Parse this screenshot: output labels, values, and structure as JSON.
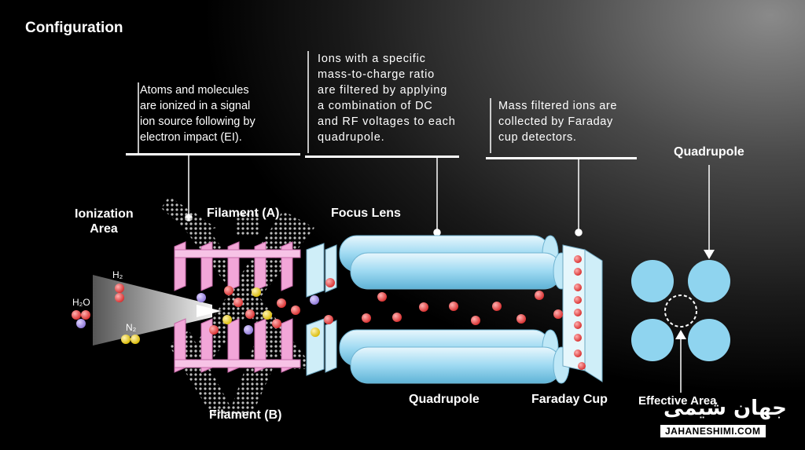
{
  "title": "Configuration",
  "descriptions": {
    "ionization": [
      "Atoms and molecules",
      "are ionized in a signal",
      "ion source following by",
      "electron impact (EI)."
    ],
    "quadrupole": [
      "Ions with a specific",
      "mass-to-charge ratio",
      "are filtered by applying",
      "a combination of DC",
      "and RF voltages to each",
      "quadrupole."
    ],
    "faraday": [
      "Mass filtered ions are",
      "collected by Faraday",
      "cup detectors."
    ]
  },
  "labels": {
    "ionization_area_1": "Ionization",
    "ionization_area_2": "Area",
    "filament_a": "Filament (A)",
    "filament_b": "Filament (B)",
    "focus_lens": "Focus Lens",
    "quadrupole_bottom": "Quadrupole",
    "faraday_cup": "Faraday Cup",
    "quadrupole_right": "Quadrupole",
    "effective_area": "Effective Area"
  },
  "molecules": {
    "h2": "H₂",
    "h2o": "H₂O",
    "n2": "N₂"
  },
  "logo": {
    "persian_text": "جهان شیمی",
    "latin_text": "JAHANESHIMI.COM"
  },
  "colors": {
    "ion_red": "#e0403f",
    "lens_blue": "#aee3f7",
    "filament_pink": "#f2a6d8",
    "rod_blue": "#8fd4ef"
  }
}
